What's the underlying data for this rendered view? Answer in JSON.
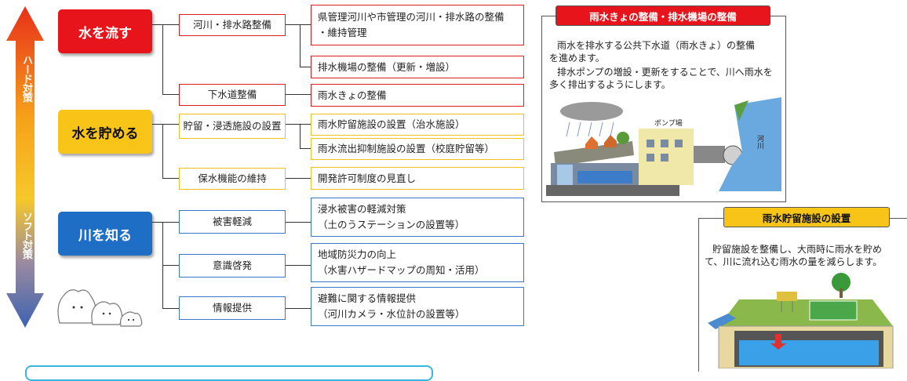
{
  "arrow": {
    "hard_label": "ハード対策",
    "soft_label": "ソフト対策"
  },
  "categories": [
    {
      "label": "水を流す",
      "color": "#e8141c"
    },
    {
      "label": "水を貯める",
      "color": "#f7c417"
    },
    {
      "label": "川を知る",
      "color": "#1f6ec6"
    }
  ],
  "mid_items": [
    "河川・排水路整備",
    "下水道整備",
    "貯留・浸透施設の設置",
    "保水機能の維持",
    "被害軽減",
    "意識啓発",
    "情報提供"
  ],
  "details": [
    {
      "line1": "県管理河川や市管理の河川・排水路の整備",
      "line2": "・維持管理"
    },
    {
      "line1": "排水機場の整備（更新・増設）"
    },
    {
      "line1": "雨水きょの整備"
    },
    {
      "line1": "雨水貯留施設の設置（治水施設）"
    },
    {
      "line1": "雨水流出抑制施設の設置（校庭貯留等）"
    },
    {
      "line1": "開発許可制度の見直し"
    },
    {
      "line1": "浸水被害の軽減対策",
      "line2": "（土のうステーションの設置等）"
    },
    {
      "line1": "地域防災力の向上",
      "line2": "（水害ハザードマップの周知・活用）"
    },
    {
      "line1": "避難に関する情報提供",
      "line2": "（河川カメラ・水位計の設置等）"
    }
  ],
  "panel1": {
    "title": "雨水きょの整備・排水機場の整備",
    "para1_line1": "雨水を排水する公共下水道（雨水きょ）の整備",
    "para1_line2": "を進めます。",
    "para2_line1": "排水ポンプの増設・更新をすることで、川へ雨水を",
    "para2_line2": "多く排出するようにします。",
    "pump_label": "ポンプ場",
    "river_label": "河川",
    "title_color": "#e8141c"
  },
  "panel2": {
    "title": "雨水貯留施設の設置",
    "para_line1": "貯留施設を整備し、大雨時に雨水を貯め",
    "para_line2": "て、川に流れ込む雨水の量を減らします。",
    "title_color": "#f7c417"
  }
}
